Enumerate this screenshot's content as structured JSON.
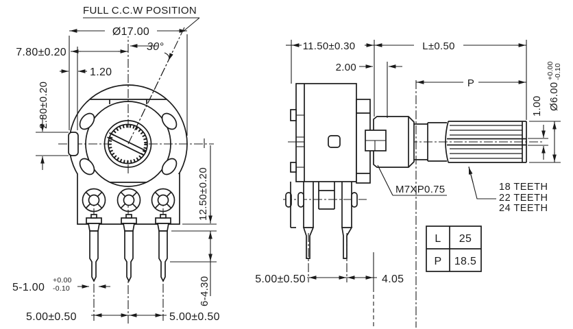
{
  "drawing": {
    "front_view": {
      "position_label": "FULL C.C.W POSITION",
      "diameter": "Ø17.00",
      "angle": "30°",
      "dim_body_offset": "7.80±0.20",
      "dim_tab_depth": "1.20",
      "dim_tab_height": "2.80±0.20",
      "dim_center_to_base": "12.50±0.20",
      "dim_pin_section": "6-4.30",
      "pin_width": {
        "main": "5-1.00",
        "tol_plus": "+0.00",
        "tol_minus": "-0.10"
      },
      "pitch_left": "5.00±0.50",
      "pitch_right": "5.00±0.50"
    },
    "side_view": {
      "dim_body_depth": "11.50±0.30",
      "dim_face": "2.00",
      "dim_shaft_length": "L±0.50",
      "dim_knurl_length": "P",
      "dim_slot_width": "1.00",
      "shaft_dia": {
        "main": "Ø6.00",
        "tol_plus": "+0.00",
        "tol_minus": "-0.10"
      },
      "thread_label": "M7XP0.75",
      "teeth": [
        "18 TEETH",
        "22 TEETH",
        "24 TEETH"
      ],
      "pitch": "5.00±0.50",
      "dim_pin_to_face": "4.05"
    },
    "spec_table": {
      "rows": [
        {
          "param": "L",
          "value": "25"
        },
        {
          "param": "P",
          "value": "18.5"
        }
      ]
    }
  }
}
